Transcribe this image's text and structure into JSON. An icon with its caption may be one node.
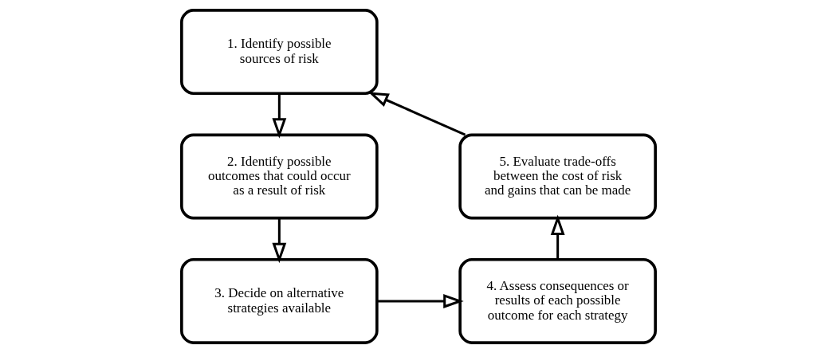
{
  "diagram": {
    "nodes": [
      {
        "text": [
          "1. Identify possible sources of risk"
        ]
      },
      {
        "text": [
          "2. Identify possible outcomes that could occur as a result of risk"
        ]
      },
      {
        "text": [
          "3. Decide on alternative strategies available"
        ]
      },
      {
        "text": [
          "4. Assess consequences or results of each possible outcome for each strategy"
        ]
      },
      {
        "text": [
          "5. Evaluate trade-offs between the cost of risk and gains that can be made"
        ]
      }
    ],
    "edges": [
      {
        "from": 0,
        "to": 1,
        "arrow": "to"
      },
      {
        "from": 1,
        "to": 2,
        "arrow": "to"
      },
      {
        "from": 2,
        "to": 3,
        "arrow": "to"
      },
      {
        "from": 3,
        "to": 4,
        "arrow": "to"
      },
      {
        "from": 4,
        "to": 0,
        "arrow": "to"
      }
    ]
  }
}
